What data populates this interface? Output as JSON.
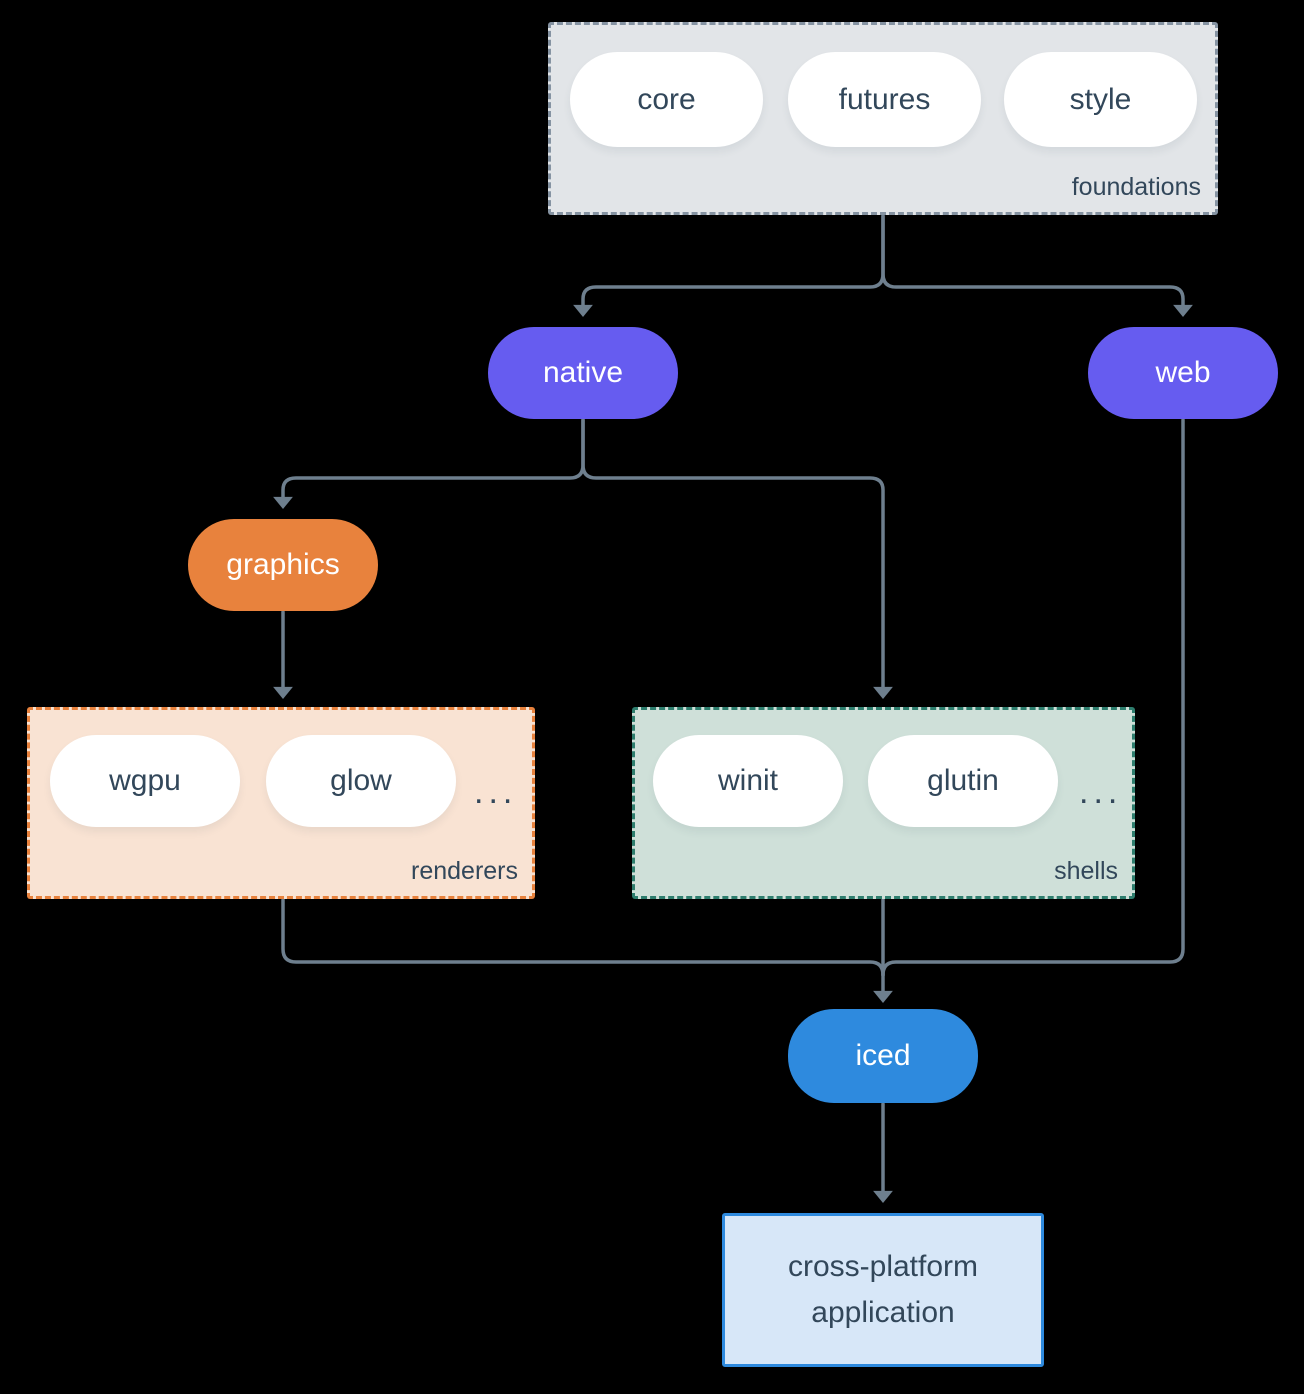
{
  "diagram": {
    "foundations": {
      "label": "foundations",
      "items": [
        "core",
        "futures",
        "style"
      ]
    },
    "native": {
      "label": "native"
    },
    "web": {
      "label": "web"
    },
    "graphics": {
      "label": "graphics"
    },
    "renderers": {
      "label": "renderers",
      "items": [
        "wgpu",
        "glow"
      ],
      "more": "..."
    },
    "shells": {
      "label": "shells",
      "items": [
        "winit",
        "glutin"
      ],
      "more": "..."
    },
    "iced": {
      "label": "iced"
    },
    "application": {
      "label": "cross-platform application"
    }
  },
  "colors": {
    "background": "#000000",
    "connector": "#6e7f8e",
    "foundations_fill": "#e2e5e8",
    "foundations_border": "#8593a2",
    "renderers_fill": "#f9e3d3",
    "renderers_border": "#e8823d",
    "shells_fill": "#cfe0d9",
    "shells_border": "#2e7e6e",
    "pill_fill": "#ffffff",
    "text_dark": "#32475a",
    "node_purple": "#665cf0",
    "node_orange": "#e8823d",
    "node_blue": "#2e8ade",
    "application_fill": "#d7e7f8",
    "application_border": "#2e8ade"
  }
}
